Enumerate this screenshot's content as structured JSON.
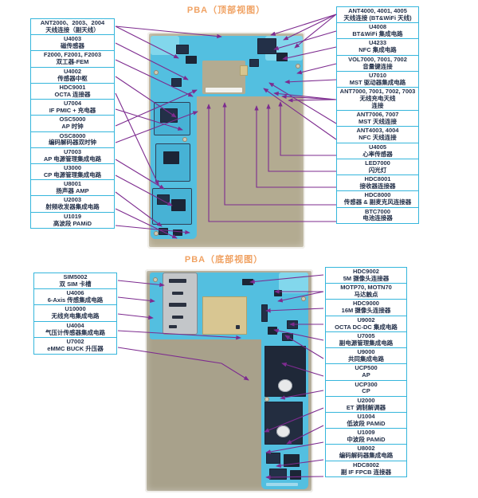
{
  "titles": {
    "top_view": "PBA（顶部视图）",
    "bottom_view": "PBA（底部视图）"
  },
  "colors": {
    "box_border": "#35b6dc",
    "box_text": "#233049",
    "arrow": "#7d2b8f",
    "title": "#f0a263",
    "pcb_cyan": "#53bfe0",
    "photo_bg_top": "#b3ab91",
    "photo_bg_bottom": "#a8a18b"
  },
  "panels": {
    "top_left": [
      {
        "code": "ANT2000、2003、2004",
        "desc": "天线连接（副天线）"
      },
      {
        "code": "U4003",
        "desc": "磁传感器"
      },
      {
        "code": "F2000, F2001, F2003",
        "desc": "双工器-FEM"
      },
      {
        "code": "U4002",
        "desc": "传感器中枢"
      },
      {
        "code": "HDC9001",
        "desc": "OCTA 连接器"
      },
      {
        "code": "U7004",
        "desc": "IF PMIC + 充电器"
      },
      {
        "code": "OSC5000",
        "desc": "AP 时钟"
      },
      {
        "code": "OSC8000",
        "desc": "编码解码器双时钟"
      },
      {
        "code": "U7003",
        "desc": "AP 电源管理集成电路"
      },
      {
        "code": "U3000",
        "desc": "CP 电源管理集成电路"
      },
      {
        "code": "U8001",
        "desc": "扬声器 AMP"
      },
      {
        "code": "U2003",
        "desc": "射频收发器集成电路"
      },
      {
        "code": "U1019",
        "desc": "高波段 PAMiD"
      }
    ],
    "top_right": [
      {
        "code": "ANT4000, 4001, 4005",
        "desc": "天线连接 (BT&WiFi 天线)"
      },
      {
        "code": "U4008",
        "desc": "BT&WiFi 集成电路"
      },
      {
        "code": "U4233",
        "desc": "NFC 集成电路"
      },
      {
        "code": "VOL7000, 7001, 7002",
        "desc": "音量键连接"
      },
      {
        "code": "U7010",
        "desc": "MST 驱动器集成电路"
      },
      {
        "code": "ANT7000, 7001, 7002, 7003",
        "desc": "无线充电天线\n连接"
      },
      {
        "code": "ANT7006, 7007",
        "desc": "MST 天线连接"
      },
      {
        "code": "ANT4003, 4004",
        "desc": "NFC 天线连接"
      },
      {
        "code": "U4005",
        "desc": "心率传感器"
      },
      {
        "code": "LED7000",
        "desc": "闪光灯"
      },
      {
        "code": "HDC8001",
        "desc": "接收器连接器"
      },
      {
        "code": "HDC8000",
        "desc": "传感器 & 副麦克风连接器"
      },
      {
        "code": "BTC7000",
        "desc": "电池连接器"
      }
    ],
    "bottom_left": [
      {
        "code": "SIM5002",
        "desc": "双 SIM 卡槽"
      },
      {
        "code": "U4006",
        "desc": "6-Axis 传感集成电路"
      },
      {
        "code": "U10000",
        "desc": "无线充电集成电路"
      },
      {
        "code": "U4004",
        "desc": "气压计传感器集成电路"
      },
      {
        "code": "U7002",
        "desc": "eMMC BUCK 升压器"
      }
    ],
    "bottom_right": [
      {
        "code": "HDC9002",
        "desc": "5M 摄像头连接器"
      },
      {
        "code": "MOTP70, MOTN70",
        "desc": "马达触点"
      },
      {
        "code": "HDC9000",
        "desc": "16M 摄像头连接器"
      },
      {
        "code": "U9002",
        "desc": "OCTA DC-DC 集成电路"
      },
      {
        "code": "U7005",
        "desc": "副电源管理集成电路"
      },
      {
        "code": "U9000",
        "desc": "共同集成电路"
      },
      {
        "code": "UCP500",
        "desc": "AP"
      },
      {
        "code": "UCP300",
        "desc": "CP"
      },
      {
        "code": "U2000",
        "desc": "ET 调制解调器"
      },
      {
        "code": "U1004",
        "desc": "低波段 PAMiD"
      },
      {
        "code": "U1009",
        "desc": "中波段 PAMiD"
      },
      {
        "code": "U8002",
        "desc": "编码解码器集成电路"
      },
      {
        "code": "HDC8002",
        "desc": "副 IF FPCB 连接器"
      }
    ]
  }
}
